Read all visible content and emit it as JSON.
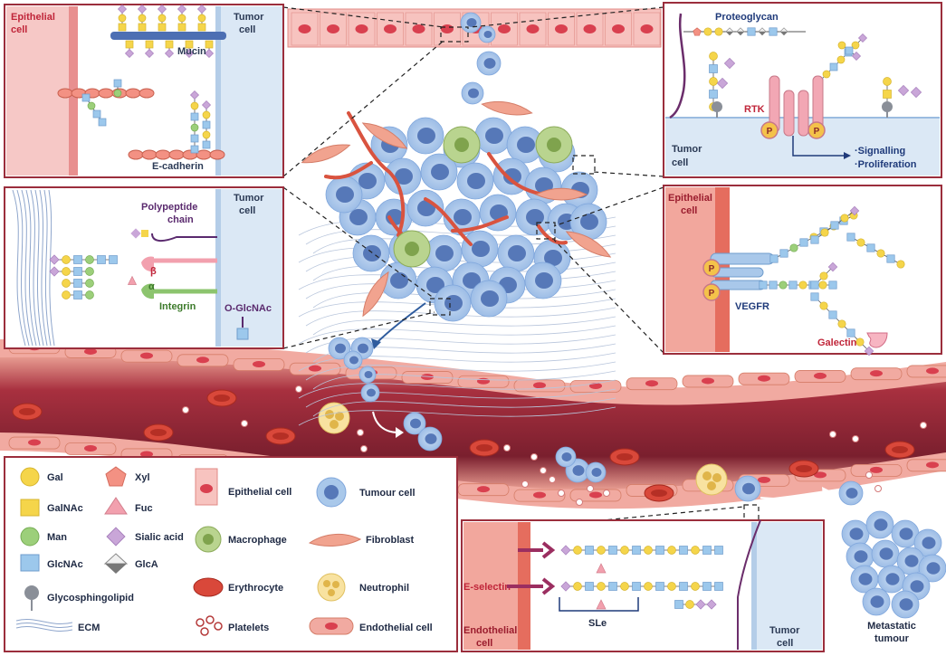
{
  "panel_top_left": {
    "epithelial_cell": [
      "Epithelial",
      "cell"
    ],
    "tumor_cell": [
      "Tumor",
      "cell"
    ],
    "mucin": "Mucin",
    "ecadherin": "E-cadherin"
  },
  "panel_top_right": {
    "proteoglycan": "Proteoglycan",
    "rtk": "RTK",
    "p": "P",
    "tumor_cell": [
      "Tumor",
      "cell"
    ],
    "signalling": "·Signalling",
    "proliferation": "·Proliferation"
  },
  "panel_mid_left": {
    "tumor_cell": [
      "Tumor",
      "cell"
    ],
    "polypeptide": [
      "Polypeptide",
      "chain"
    ],
    "beta": "β",
    "alpha": "α",
    "integrin": "Integrin",
    "oglcnac": "O-GlcNAc"
  },
  "panel_mid_right": {
    "epithelial_cell": [
      "Epithelial",
      "cell"
    ],
    "p": "P",
    "vegfr": "VEGFR",
    "galectin": "Galectin"
  },
  "panel_bottom_right": {
    "eselectin": "E-selectin",
    "sle": "SLe",
    "endothelial_cell": [
      "Endothelial",
      "cell"
    ],
    "tumor_cell": [
      "Tumor",
      "cell"
    ]
  },
  "metastatic": [
    "Metastatic",
    "tumour"
  ],
  "legend": {
    "col1": [
      "Gal",
      "GalNAc",
      "Man",
      "GlcNAc",
      "Glycosphingolipid",
      "ECM"
    ],
    "col2": [
      "Xyl",
      "Fuc",
      "Sialic acid",
      "GlcA"
    ],
    "col3": [
      "Epithelial cell",
      "Macrophage",
      "Erythrocyte",
      "Platelets"
    ],
    "col4": [
      "Tumour cell",
      "Fibroblast",
      "Neutrophil",
      "Endothelial cell"
    ]
  },
  "colors": {
    "gal": "#f5d54a",
    "man": "#9ccf7a",
    "glcnac": "#9cc8ec",
    "sialic": "#c9a6d8",
    "fuc": "#f2a0ae",
    "vessel": "#7a1f2e",
    "frame": "#9b2e3c",
    "tumor_cell": "#7fa6dc"
  }
}
